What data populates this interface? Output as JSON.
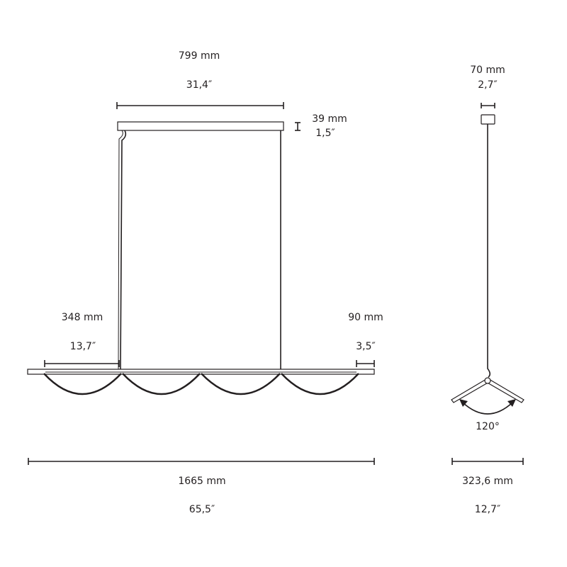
{
  "colors": {
    "ink": "#231f20",
    "background": "#ffffff"
  },
  "front_view": {
    "canopy_width": {
      "mm": "799 mm",
      "inch": "31,4″"
    },
    "canopy_height": {
      "mm": "39 mm",
      "inch": "1,5″"
    },
    "shade_width": {
      "mm": "348 mm",
      "inch": "13,7″"
    },
    "end_offset": {
      "mm": "90 mm",
      "inch": "3,5″"
    },
    "total_length": {
      "mm": "1665 mm",
      "inch": "65,5″"
    }
  },
  "side_view": {
    "canopy_width": {
      "mm": "70 mm",
      "inch": "2,7″"
    },
    "angle": "120°",
    "total_width": {
      "mm": "323,6 mm",
      "inch": "12,7″"
    }
  }
}
